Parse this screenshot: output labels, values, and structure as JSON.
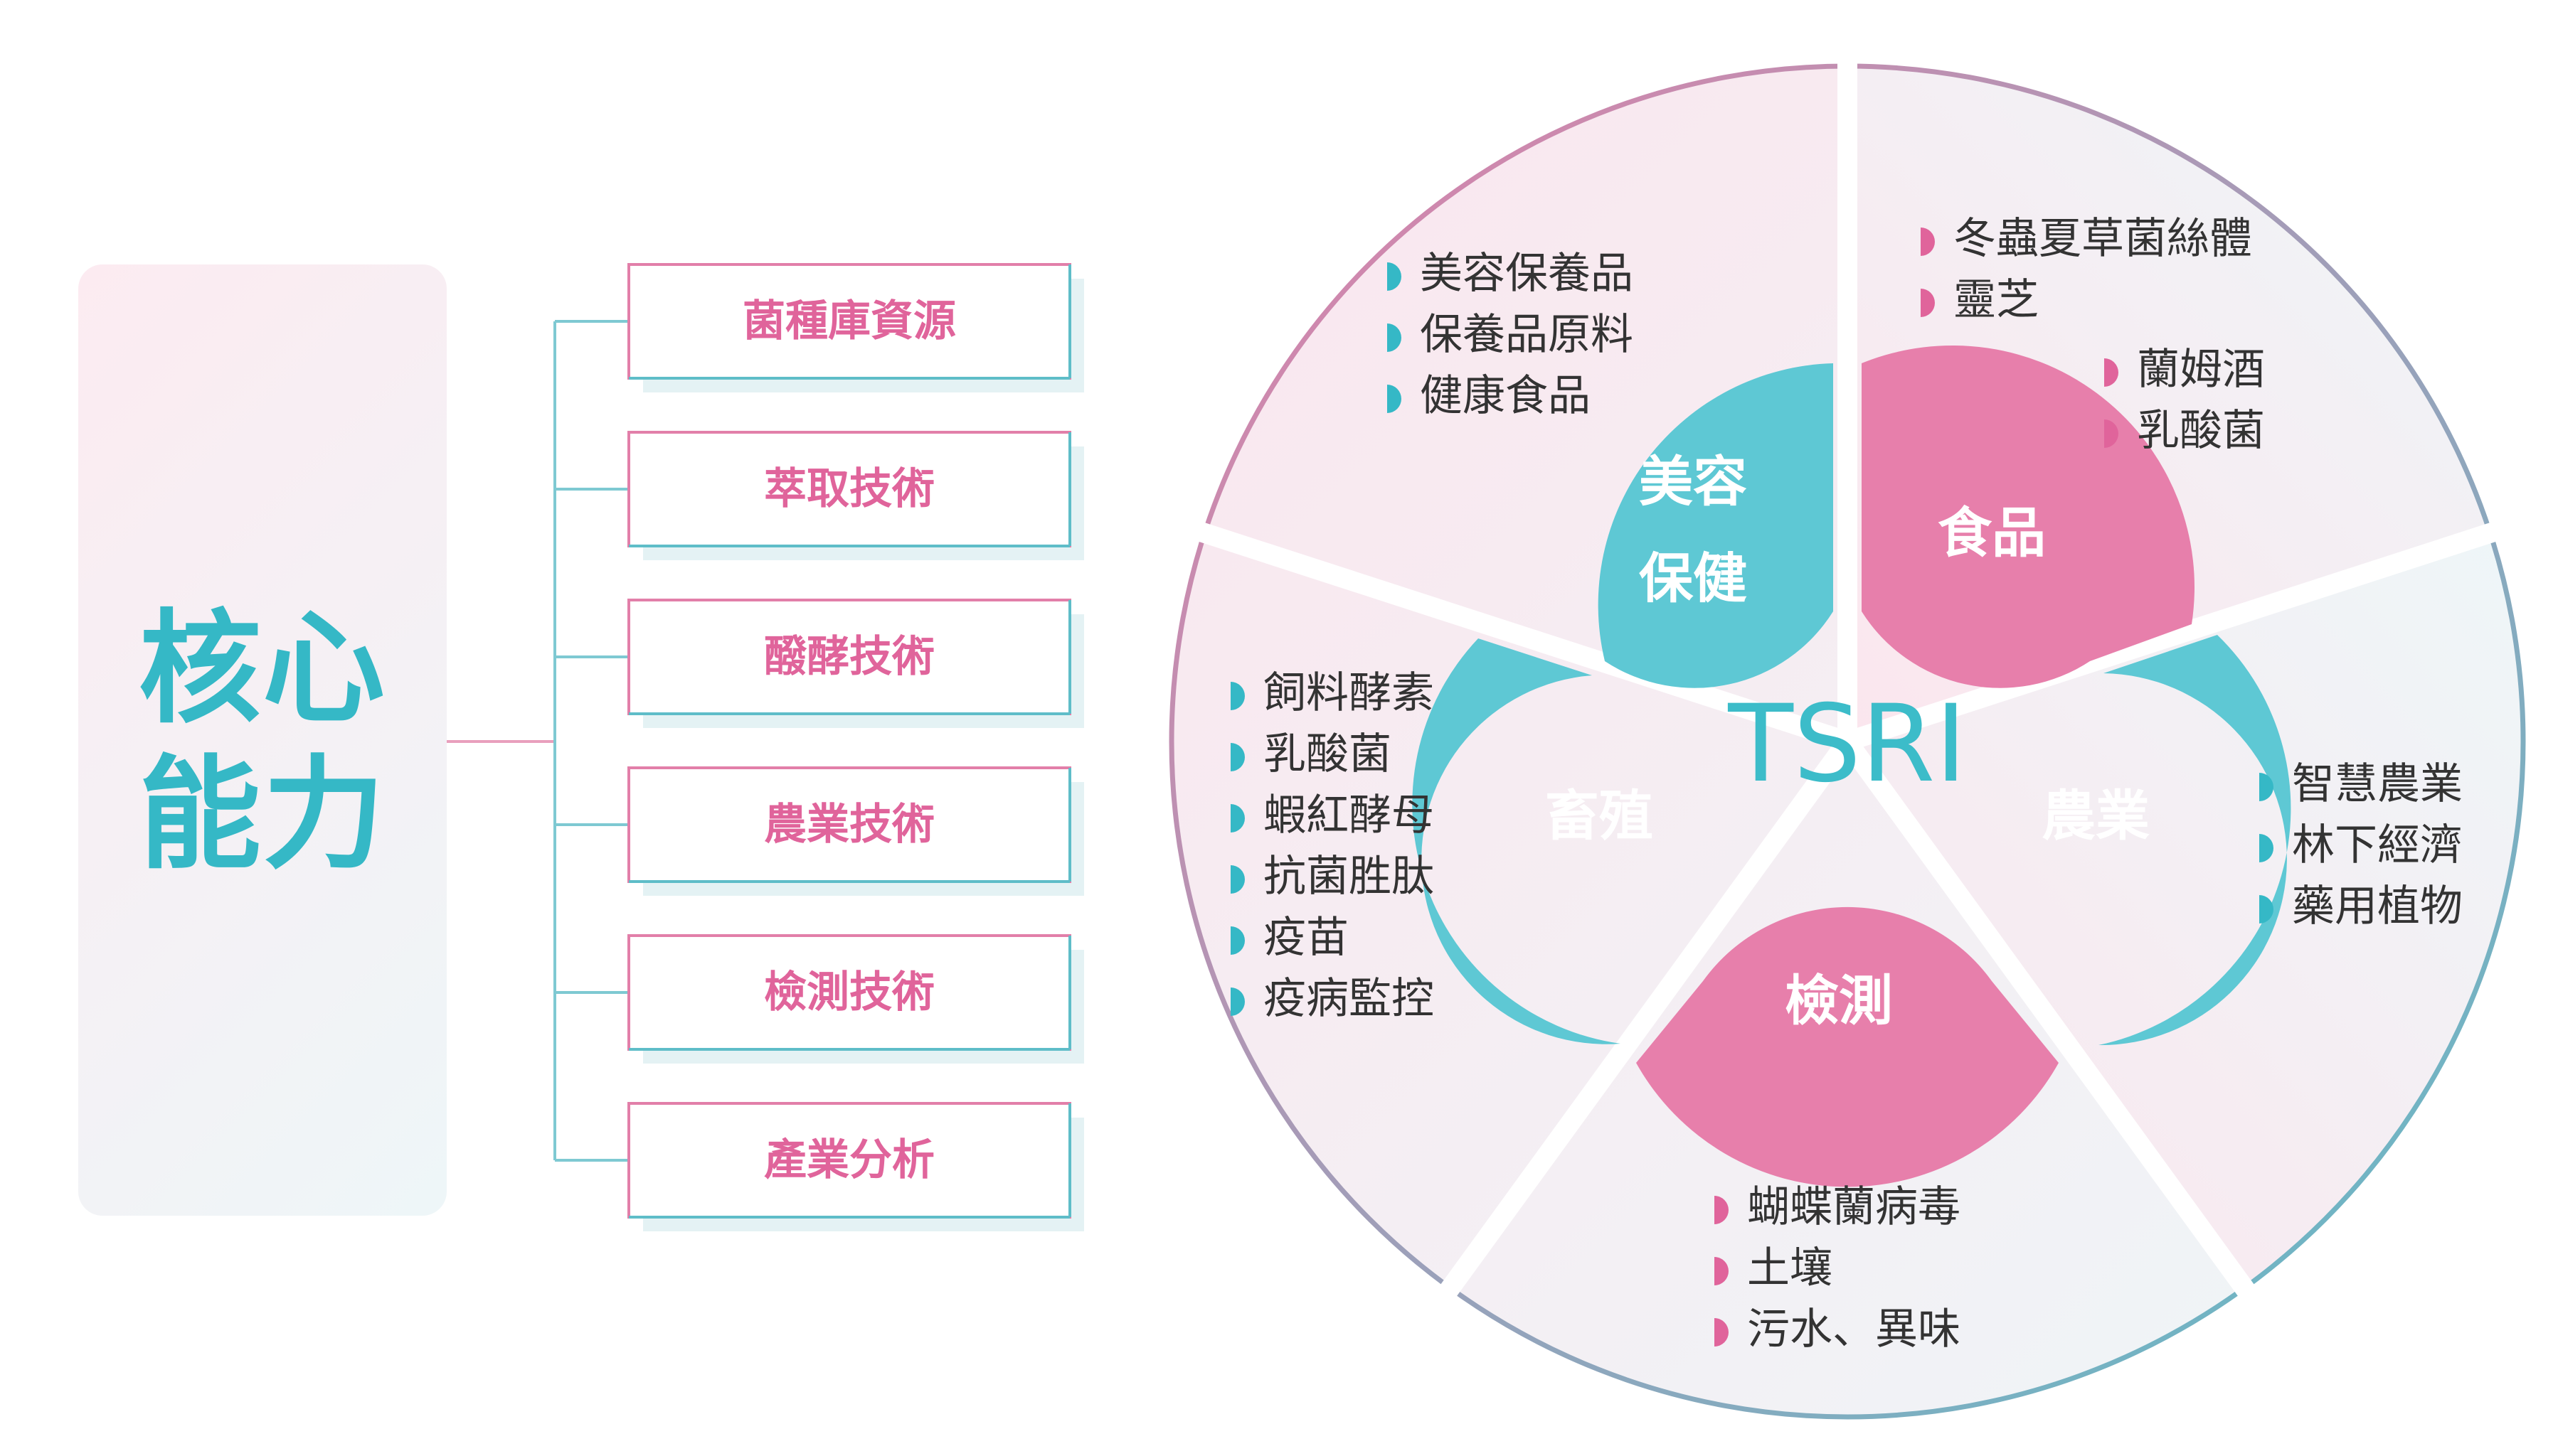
{
  "core": {
    "title_line1": "核心",
    "title_line2": "能力"
  },
  "capabilities": [
    {
      "label": "菌種庫資源"
    },
    {
      "label": "萃取技術"
    },
    {
      "label": "醱酵技術"
    },
    {
      "label": "農業技術"
    },
    {
      "label": "檢測技術"
    },
    {
      "label": "產業分析"
    }
  ],
  "wheel": {
    "center": "TSRI",
    "sectors": {
      "beauty": {
        "title_line1": "美容",
        "title_line2": "保健",
        "items": [
          "美容保養品",
          "保養品原料",
          "健康食品"
        ]
      },
      "food": {
        "title": "食品",
        "items": [
          "冬蟲夏草菌絲體",
          "靈芝",
          "蘭姆酒",
          "乳酸菌"
        ]
      },
      "livestock": {
        "title": "畜殖",
        "items": [
          "飼料酵素",
          "乳酸菌",
          "蝦紅酵母",
          "抗菌胜肽",
          "疫苗",
          "疫病監控"
        ]
      },
      "agriculture": {
        "title": "農業",
        "items": [
          "智慧農業",
          "林下經濟",
          "藥用植物"
        ]
      },
      "testing": {
        "title": "檢測",
        "items": [
          "蝴蝶蘭病毒",
          "土壤",
          "污水、異味"
        ]
      }
    }
  },
  "colors": {
    "teal": "#35b8c6",
    "pink": "#e0649b"
  }
}
